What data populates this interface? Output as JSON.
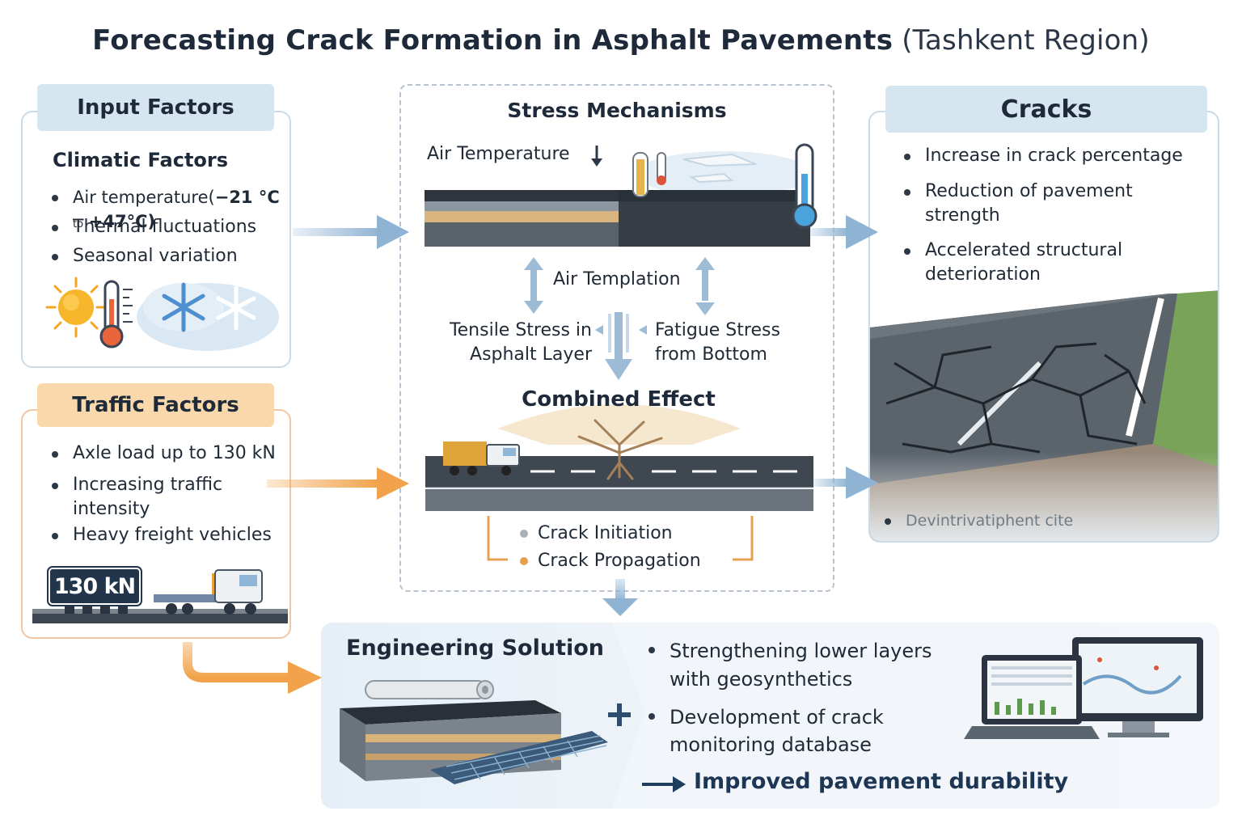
{
  "title": {
    "main": "Forecasting Crack Formation in Asphalt Pavements",
    "sub": "(Tashkent Region)"
  },
  "input_factors": {
    "tab_label": "Input Factors",
    "climatic": {
      "heading": "Climatic Factors",
      "items": [
        {
          "label": "Air temperature",
          "range_open": "(",
          "low": "−21 °C",
          "to": "to",
          "high": "+47°C)"
        },
        {
          "label": "Thermal fluctuations"
        },
        {
          "label": "Seasonal variation"
        }
      ],
      "icons": [
        "sun-icon",
        "thermometer-icon",
        "snowflake-icon"
      ]
    }
  },
  "traffic_factors": {
    "tab_label": "Traffic Factors",
    "items": [
      "Axle load up to 130 kN",
      "Increasing traffic intensity",
      "Heavy freight vehicles"
    ],
    "badge": "130 kN"
  },
  "stress_mechanisms": {
    "heading": "Stress Mechanisms",
    "air_temperature": "Air Temperature",
    "air_templation": "Air Templation",
    "tensile": "Tensile Stress in Asphalt Layer",
    "fatigue": "Fatigue Stress from Bottom",
    "combined": "Combined Effect",
    "outcomes": [
      "Crack Initiation",
      "Crack Propagation"
    ]
  },
  "cracks": {
    "tab_label": "Cracks",
    "items": [
      "Increase in crack percentage",
      "Reduction of pavement strength",
      "Accelerated structural deterioration"
    ],
    "caption": "Devintrivatiphent cite"
  },
  "engineering": {
    "heading": "Engineering Solution",
    "items": [
      "Strengthening lower layers with geosynthetics",
      "Development of crack monitoring database"
    ],
    "result": "Improved pavement durability"
  },
  "colors": {
    "blue_arrow": "#8fb3d3",
    "orange_arrow": "#f1a24a",
    "tab_blue": "#d6e6f1",
    "tab_orange": "#f9d9ac"
  }
}
